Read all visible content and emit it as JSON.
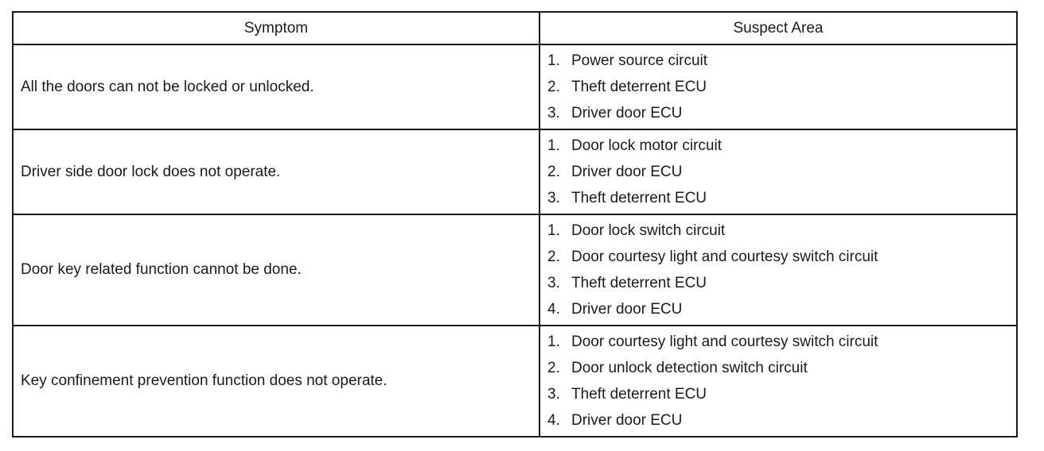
{
  "header": {
    "symptom": "Symptom",
    "suspect": "Suspect Area"
  },
  "rows": [
    {
      "symptom": "All the doors can not be locked or unlocked.",
      "items": [
        {
          "num": "1.",
          "text": "Power source circuit"
        },
        {
          "num": "2.",
          "text": "Theft deterrent ECU"
        },
        {
          "num": "3.",
          "text": "Driver door ECU"
        }
      ]
    },
    {
      "symptom": "Driver side door lock does not operate.",
      "items": [
        {
          "num": "1.",
          "text": "Door lock motor circuit"
        },
        {
          "num": "2.",
          "text": "Driver door ECU"
        },
        {
          "num": "3.",
          "text": "Theft deterrent ECU"
        }
      ]
    },
    {
      "symptom": "Door key related function cannot be done.",
      "items": [
        {
          "num": "1.",
          "text": "Door lock switch circuit"
        },
        {
          "num": "2.",
          "text": "Door courtesy light and courtesy switch circuit"
        },
        {
          "num": "3.",
          "text": "Theft deterrent ECU"
        },
        {
          "num": "4.",
          "text": "Driver door ECU"
        }
      ]
    },
    {
      "symptom": "Key confinement prevention function does not operate.",
      "items": [
        {
          "num": "1.",
          "text": "Door courtesy light and courtesy switch circuit"
        },
        {
          "num": "2.",
          "text": "Door unlock detection switch circuit"
        },
        {
          "num": "3.",
          "text": "Theft deterrent ECU"
        },
        {
          "num": "4.",
          "text": "Driver door ECU"
        }
      ]
    }
  ]
}
